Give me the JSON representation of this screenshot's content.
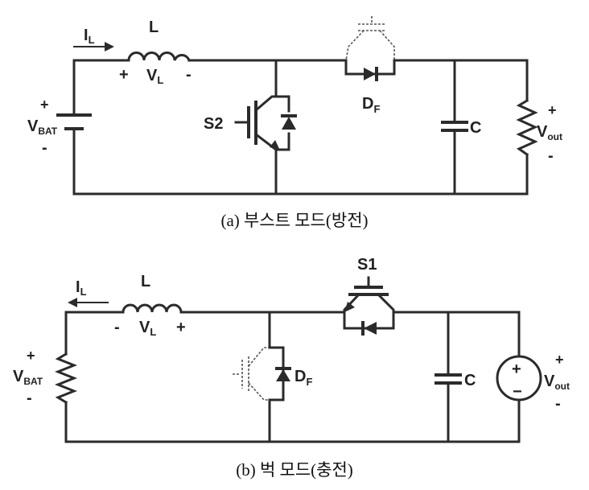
{
  "diagram_a": {
    "current_label": "I",
    "current_sub": "L",
    "inductor_label": "L",
    "inductor_voltage": "V",
    "inductor_voltage_sub": "L",
    "inductor_plus_left": "+",
    "inductor_minus_right": "-",
    "battery_label": "V",
    "battery_sub": "BAT",
    "battery_plus": "+",
    "battery_minus": "-",
    "switch_label": "S2",
    "diode_label": "D",
    "diode_sub": "F",
    "capacitor_label": "C",
    "output_label": "V",
    "output_sub": "out",
    "output_plus": "+",
    "output_minus": "-",
    "caption": "(a)  부스트  모드(방전)"
  },
  "diagram_b": {
    "current_label": "I",
    "current_sub": "L",
    "inductor_label": "L",
    "inductor_voltage": "V",
    "inductor_voltage_sub": "L",
    "inductor_minus_left": "-",
    "inductor_plus_right": "+",
    "battery_label": "V",
    "battery_sub": "BAT",
    "battery_plus": "+",
    "battery_minus": "-",
    "switch_label": "S1",
    "diode_label": "D",
    "diode_sub": "F",
    "capacitor_label": "C",
    "source_plus": "+",
    "source_minus": "−",
    "output_label": "V",
    "output_sub": "out",
    "output_plus": "+",
    "output_minus": "-",
    "caption": "(b)  벅  모드(충전)"
  }
}
